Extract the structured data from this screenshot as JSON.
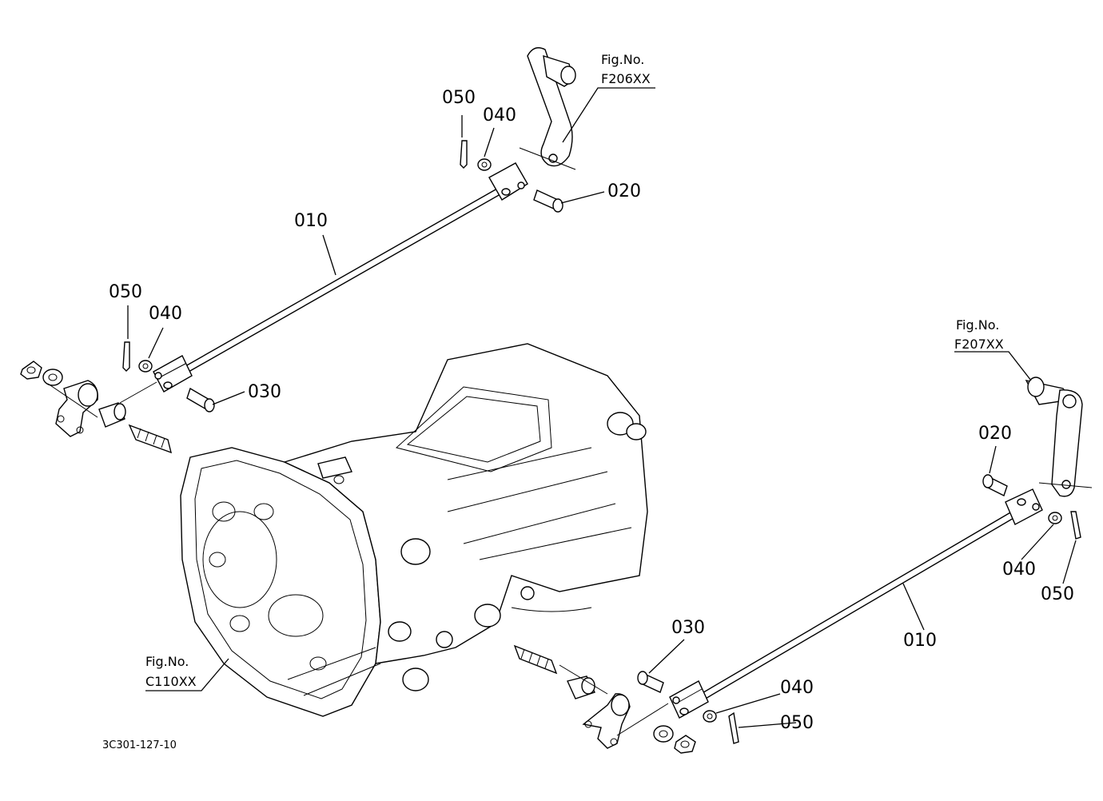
{
  "diagram_code": "3C301-127-10",
  "fig_refs": {
    "top": {
      "line1": "Fig.No.",
      "line2": "F206XX"
    },
    "right": {
      "line1": "Fig.No.",
      "line2": "F207XX"
    },
    "left": {
      "line1": "Fig.No.",
      "line2": "C110XX"
    }
  },
  "callouts": {
    "top_050": "050",
    "top_040": "040",
    "top_020": "020",
    "top_010": "010",
    "left_050": "050",
    "left_040": "040",
    "left_030": "030",
    "right_020": "020",
    "right_040": "040",
    "right_050": "050",
    "right_010": "010",
    "bottom_030": "030",
    "bottom_040": "040",
    "bottom_050": "050"
  }
}
